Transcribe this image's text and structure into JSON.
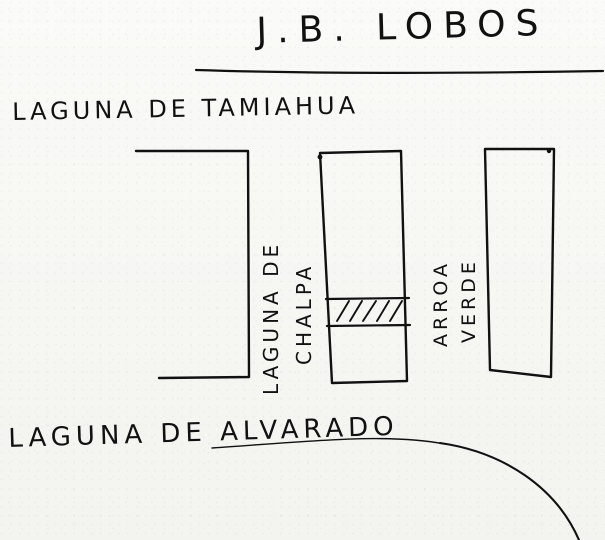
{
  "title": "J.B. LOBOS",
  "top_label": "LAGUNA DE TAMIAHUA",
  "left_vertical_label": "LAGUNA DE",
  "left_vertical_label_2": "CHALPA",
  "right_vertical_label": "ARROA",
  "right_vertical_label_2": "VERDE",
  "bottom_label": "LAGUNA DE ALVARADO",
  "colors": {
    "ink": "#111111",
    "paper": "#f7f7f4"
  }
}
